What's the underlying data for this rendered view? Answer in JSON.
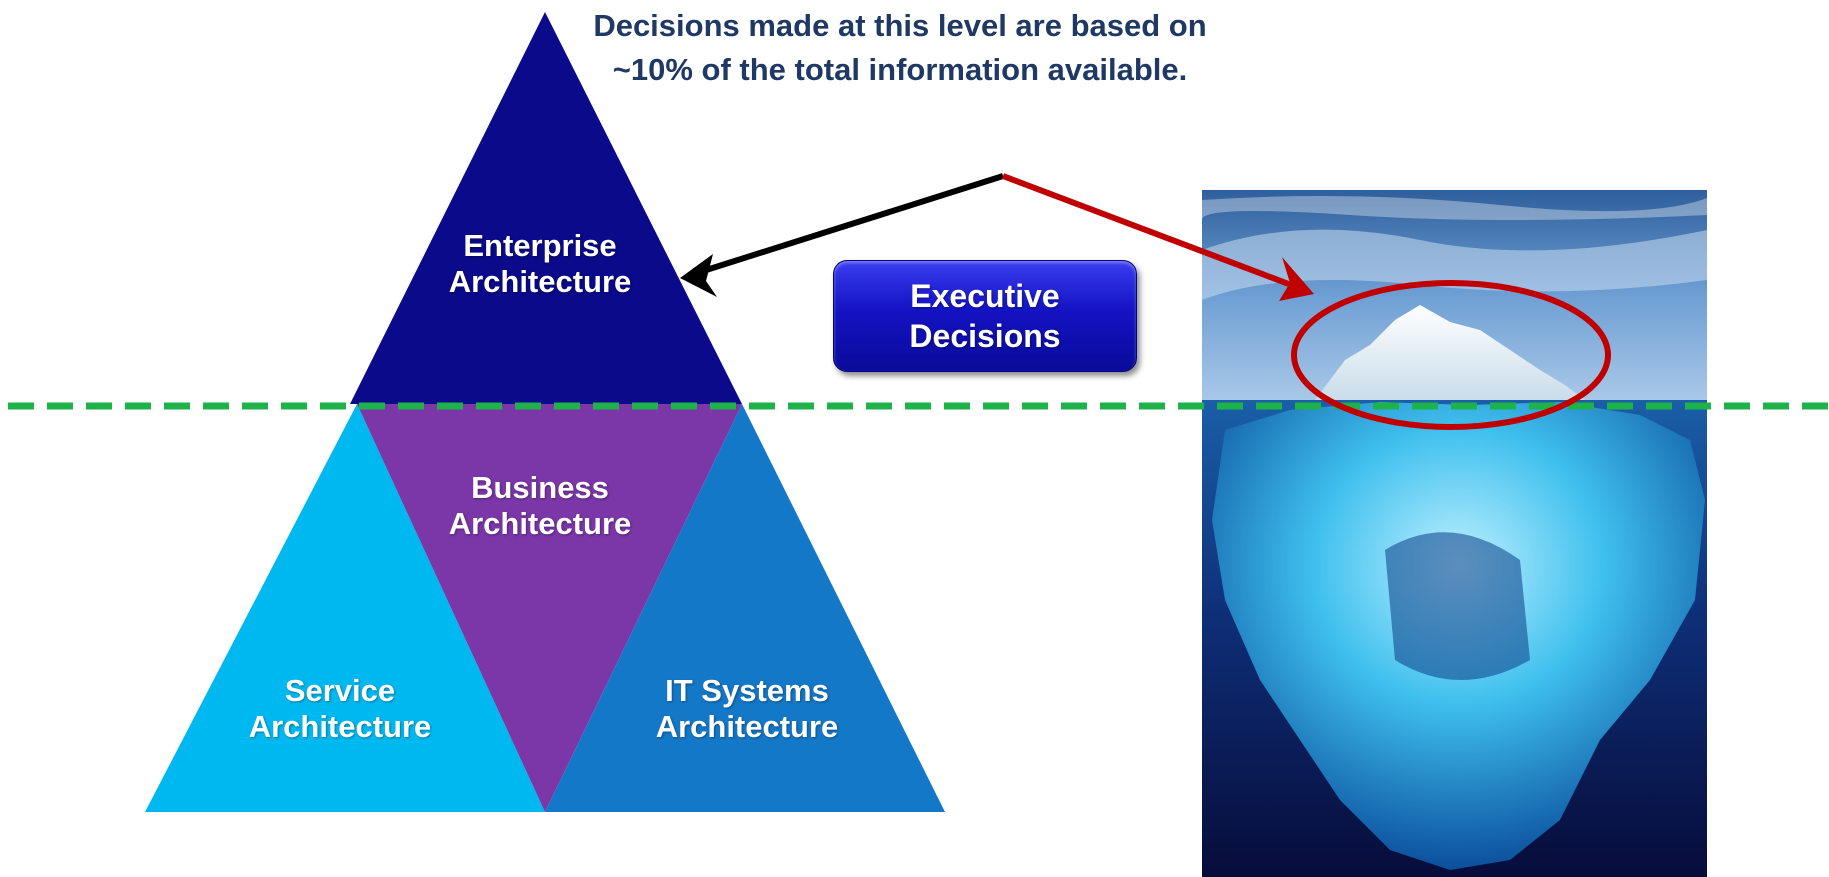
{
  "note": {
    "line1": "Decisions made at this level are based on",
    "line2": "~10% of the total information available."
  },
  "pyramid": {
    "enterprise": {
      "line1": "Enterprise",
      "line2": "Architecture",
      "color": "#0a0a8a"
    },
    "business": {
      "line1": "Business",
      "line2": "Architecture",
      "color": "#7b36a8"
    },
    "service": {
      "line1": "Service",
      "line2": "Architecture",
      "color": "#00b8f0"
    },
    "it_systems": {
      "line1": "IT Systems",
      "line2": "Architecture",
      "color": "#1478c8"
    }
  },
  "executive_button": {
    "line1": "Executive",
    "line2": "Decisions",
    "color": "#1414c0"
  },
  "waterline": {
    "color": "#1db34a",
    "style": "dashed"
  },
  "arrows": {
    "to_pyramid_color": "#000000",
    "to_iceberg_color": "#c00000"
  },
  "highlight_ellipse": {
    "color": "#c00000"
  },
  "iceberg": {
    "sky_color": "#5f8fc4",
    "water_color": "#0b2a6b",
    "ice_color": "#38b8e8"
  }
}
